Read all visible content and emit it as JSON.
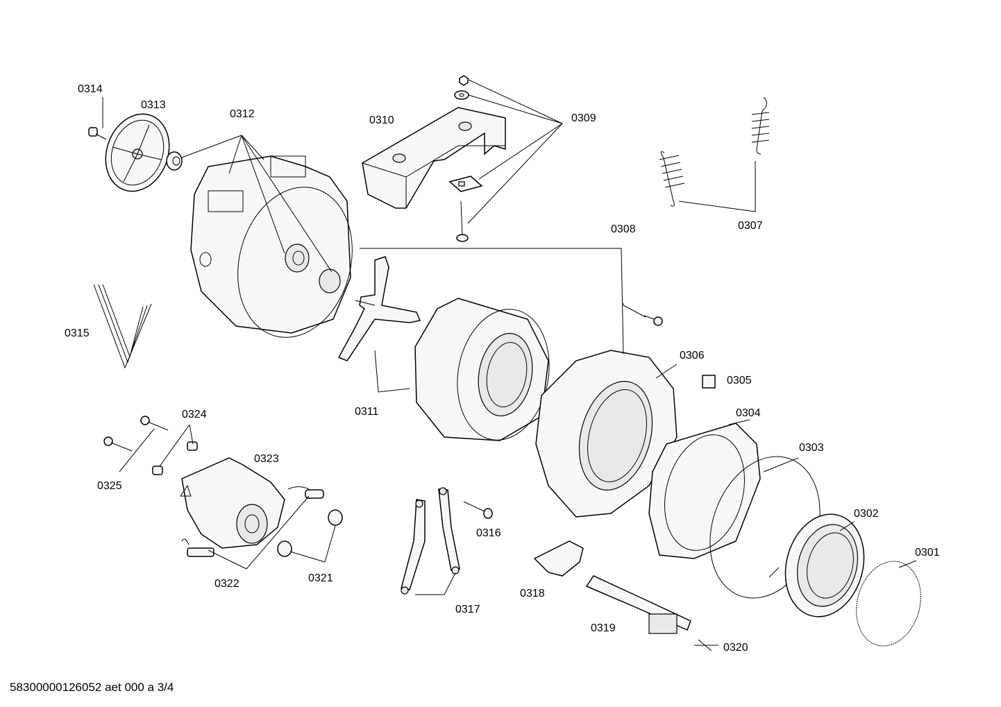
{
  "labels": {
    "p0301": "0301",
    "p0302": "0302",
    "p0303": "0303",
    "p0304": "0304",
    "p0305": "0305",
    "p0306": "0306",
    "p0307": "0307",
    "p0308": "0308",
    "p0309": "0309",
    "p0310": "0310",
    "p0311": "0311",
    "p0312": "0312",
    "p0313": "0313",
    "p0314": "0314",
    "p0315": "0315",
    "p0316": "0316",
    "p0317": "0317",
    "p0318": "0318",
    "p0319": "0319",
    "p0320": "0320",
    "p0321": "0321",
    "p0322": "0322",
    "p0323": "0323",
    "p0324": "0324",
    "p0325": "0325"
  },
  "footer": "58300000126052 aet 000 a 3/4"
}
